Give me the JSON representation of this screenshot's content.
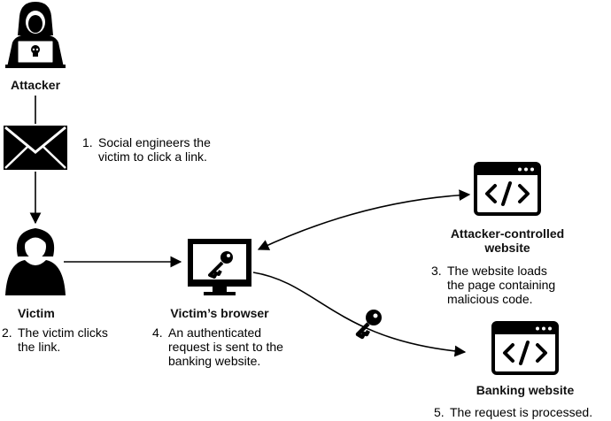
{
  "nodes": {
    "attacker": {
      "title": "Attacker"
    },
    "victim": {
      "title": "Victim"
    },
    "browser": {
      "title": "Victim’s browser"
    },
    "attacker_site": {
      "title": "Attacker-controlled\nwebsite"
    },
    "bank_site": {
      "title": "Banking website"
    }
  },
  "steps": [
    {
      "num": "1.",
      "text": "Social engineers the\nvictim to click a link."
    },
    {
      "num": "2.",
      "text": "The victim clicks\nthe link."
    },
    {
      "num": "3.",
      "text": "The website loads\nthe page containing\nmalicious code."
    },
    {
      "num": "4.",
      "text": "An authenticated\nrequest is sent to the\nbanking website."
    },
    {
      "num": "5.",
      "text": "The request is processed."
    }
  ],
  "icons": {
    "attacker": "hooded-hacker-icon",
    "email": "envelope-icon",
    "victim": "woman-user-icon",
    "browser": "monitor-key-icon",
    "site": "code-window-icon",
    "key": "key-icon"
  }
}
